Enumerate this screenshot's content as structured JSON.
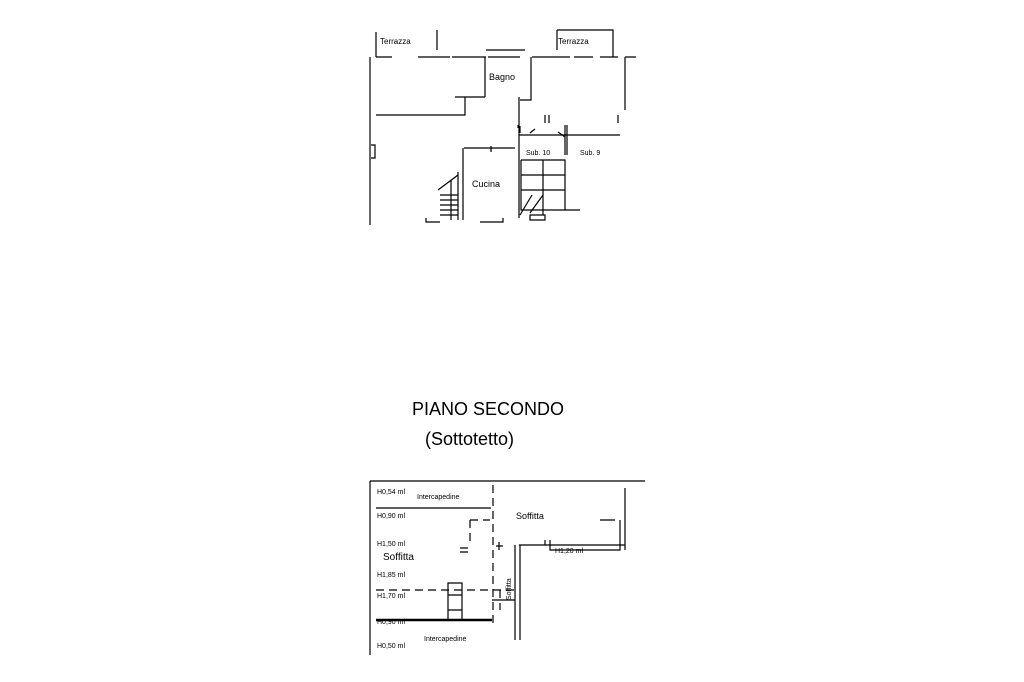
{
  "upper_plan": {
    "rooms": [
      "Terrazza",
      "Terrazza",
      "Bagno",
      "Cucina",
      "Sub. 10",
      "Sub. 9"
    ]
  },
  "heading": {
    "title": "PIANO SECONDO",
    "subtitle": "(Sottotetto)"
  },
  "lower_plan": {
    "rooms": [
      "Soffitta",
      "Soffitta",
      "Soffitta",
      "Intercapedine",
      "Intercapedine"
    ],
    "heights": [
      "H0,54 ml",
      "H0,90 ml",
      "H1,50 ml",
      "H1,85 ml",
      "H1,70 ml",
      "H0,90 ml",
      "H0,50 ml",
      "H1,20 ml"
    ]
  }
}
